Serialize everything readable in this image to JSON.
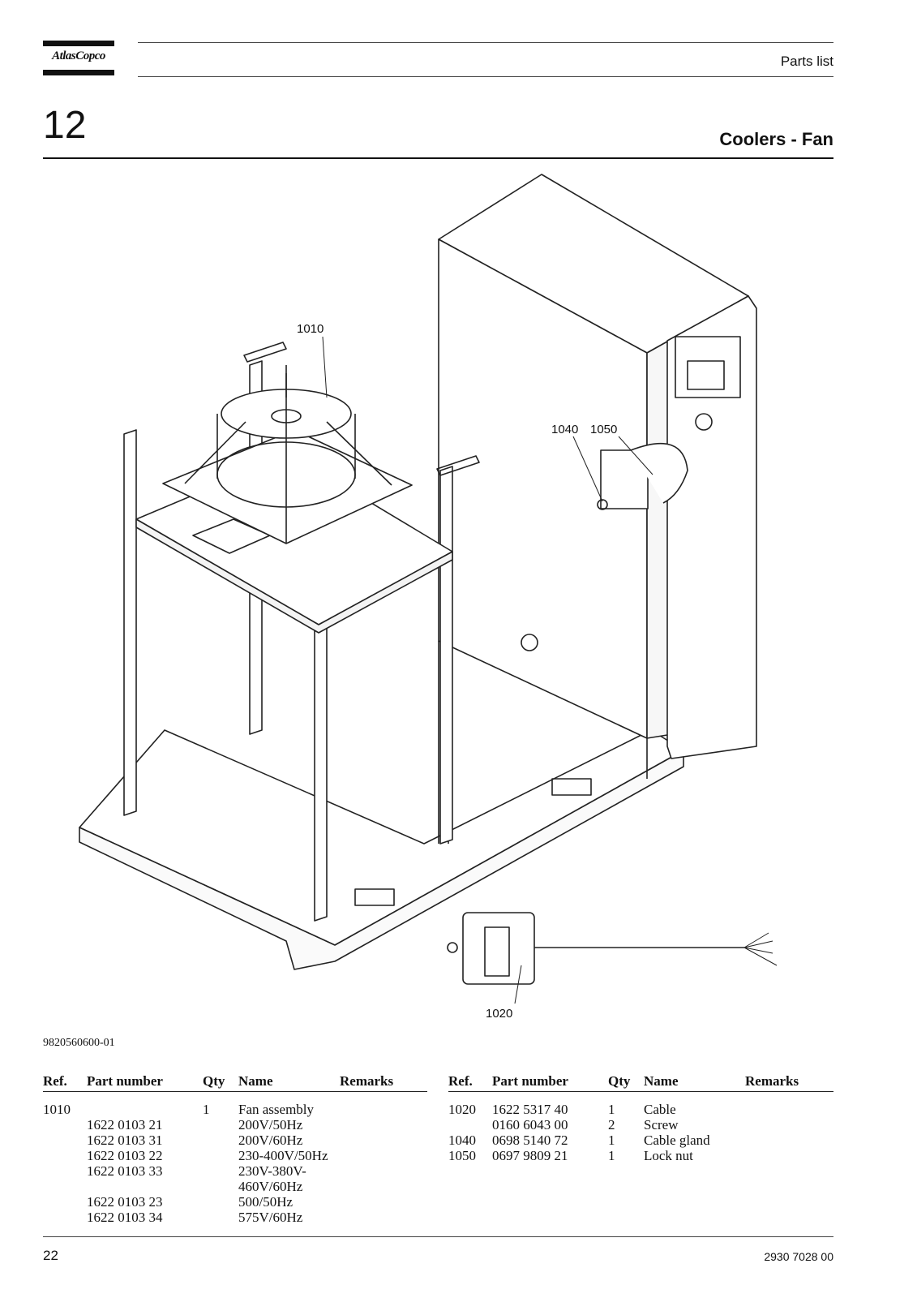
{
  "header": {
    "logo_text": "AtlasCopco",
    "doc_type": "Parts list"
  },
  "section": {
    "number": "12",
    "title": "Coolers - Fan"
  },
  "drawing": {
    "callouts": {
      "c1010": "1010",
      "c1040": "1040",
      "c1050": "1050",
      "c1020": "1020"
    },
    "drawing_id": "9820560600-01"
  },
  "parts_table": {
    "headers": {
      "ref": "Ref.",
      "part_number": "Part number",
      "qty": "Qty",
      "name": "Name",
      "remarks": "Remarks"
    },
    "left_rows": [
      {
        "ref": "1010",
        "part_number": "",
        "qty": "1",
        "name": "Fan assembly",
        "remarks": ""
      },
      {
        "ref": "",
        "part_number": "1622 0103 21",
        "qty": "",
        "name": "200V/50Hz",
        "remarks": ""
      },
      {
        "ref": "",
        "part_number": "1622 0103 31",
        "qty": "",
        "name": "200V/60Hz",
        "remarks": ""
      },
      {
        "ref": "",
        "part_number": "1622 0103 22",
        "qty": "",
        "name": "230-400V/50Hz",
        "remarks": ""
      },
      {
        "ref": "",
        "part_number": "1622 0103 33",
        "qty": "",
        "name": "230V-380V-460V/60Hz",
        "remarks": ""
      },
      {
        "ref": "",
        "part_number": "1622 0103 23",
        "qty": "",
        "name": "500/50Hz",
        "remarks": ""
      },
      {
        "ref": "",
        "part_number": "1622 0103 34",
        "qty": "",
        "name": "575V/60Hz",
        "remarks": ""
      }
    ],
    "right_rows": [
      {
        "ref": "1020",
        "part_number": "1622 5317 40",
        "qty": "1",
        "name": "Cable",
        "remarks": ""
      },
      {
        "ref": "",
        "part_number": "0160 6043 00",
        "qty": "2",
        "name": "Screw",
        "remarks": ""
      },
      {
        "ref": "1040",
        "part_number": "0698 5140 72",
        "qty": "1",
        "name": "Cable gland",
        "remarks": ""
      },
      {
        "ref": "1050",
        "part_number": "0697 9809 21",
        "qty": "1",
        "name": "Lock nut",
        "remarks": ""
      }
    ]
  },
  "footer": {
    "page_number": "22",
    "doc_number": "2930 7028 00"
  }
}
